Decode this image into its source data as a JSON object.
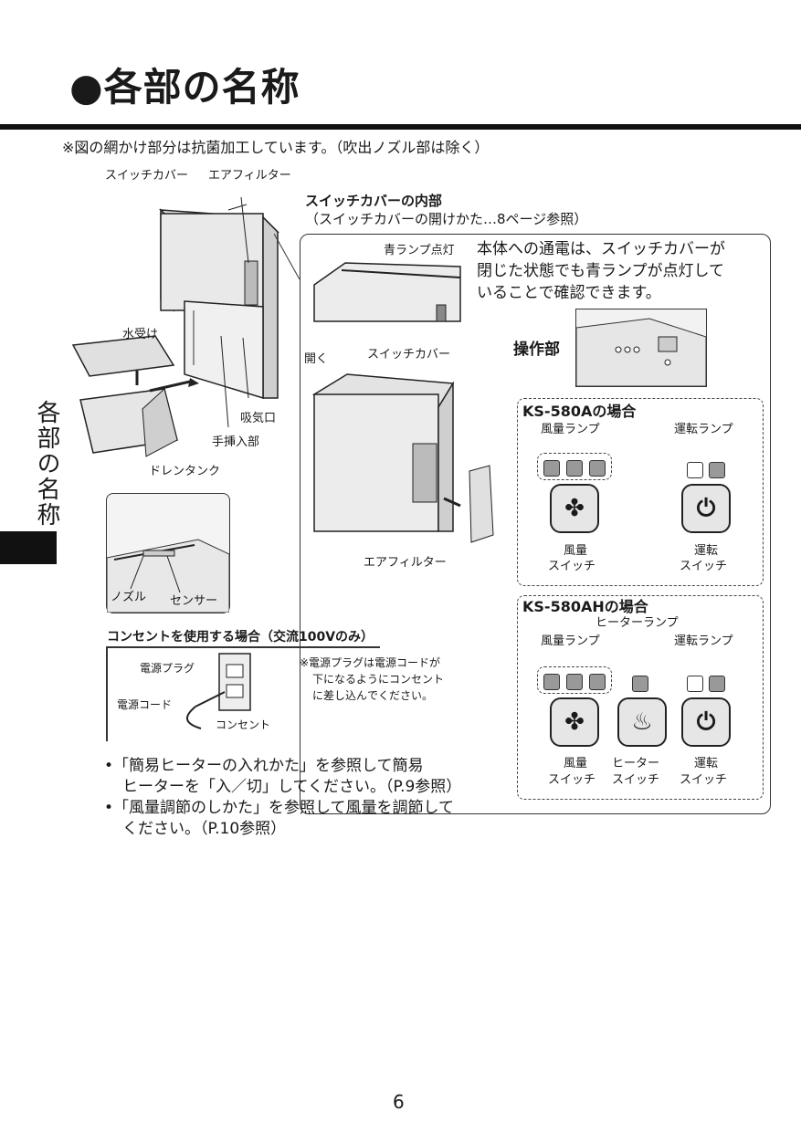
{
  "page_title": "●各部の名称",
  "note": "※図の網かけ部分は抗菌加工しています。（吹出ノズル部は除く）",
  "side_title": "各部の名称",
  "labels": {
    "switch_cover": "スイッチカバー",
    "air_filter": "エアフィルター",
    "water_tray": "水受け",
    "intake": "吸気口",
    "hand_slot": "手挿入部",
    "drain_tank": "ドレンタンク",
    "nozzle": "ノズル",
    "sensor": "センサー",
    "open": "開く",
    "air_filter_2": "エアフィルター",
    "switch_cover_2": "スイッチカバー",
    "blue_lamp": "青ランプ点灯",
    "operation": "操作部"
  },
  "inside": {
    "title": "スイッチカバーの内部",
    "subtitle": "（スイッチカバーの開けかた…8ページ参照）",
    "desc_1": "本体への通電は、スイッチカバーが",
    "desc_2": "閉じた状態でも青ランプが点灯して",
    "desc_3": "いることで確認できます。"
  },
  "model_a": {
    "title": "KS-580Aの場合",
    "fan_lamp": "風量ランプ",
    "run_lamp": "運転ランプ",
    "fan_sw_1": "風量",
    "fan_sw_2": "スイッチ",
    "run_sw_1": "運転",
    "run_sw_2": "スイッチ"
  },
  "model_ah": {
    "title": "KS-580AHの場合",
    "heater_lamp": "ヒーターランプ",
    "fan_lamp": "風量ランプ",
    "run_lamp": "運転ランプ",
    "fan_sw_1": "風量",
    "fan_sw_2": "スイッチ",
    "heat_sw_1": "ヒーター",
    "heat_sw_2": "スイッチ",
    "run_sw_1": "運転",
    "run_sw_2": "スイッチ"
  },
  "outlet": {
    "title": "コンセントを使用する場合（交流100Vのみ）",
    "plug": "電源プラグ",
    "cord": "電源コード",
    "outlet": "コンセント",
    "note_1": "※電源プラグは電源コードが",
    "note_2": "下になるようにコンセント",
    "note_3": "に差し込んでください。"
  },
  "bullets": [
    {
      "line1": "•「簡易ヒーターの入れかた」を参照して簡易",
      "line2": "ヒーターを「入／切」してください。（P.9参照）"
    },
    {
      "line1": "•「風量調節のしかた」を参照して風量を調節して",
      "line2": "ください。（P.10参照）"
    }
  ],
  "page_number": "6"
}
